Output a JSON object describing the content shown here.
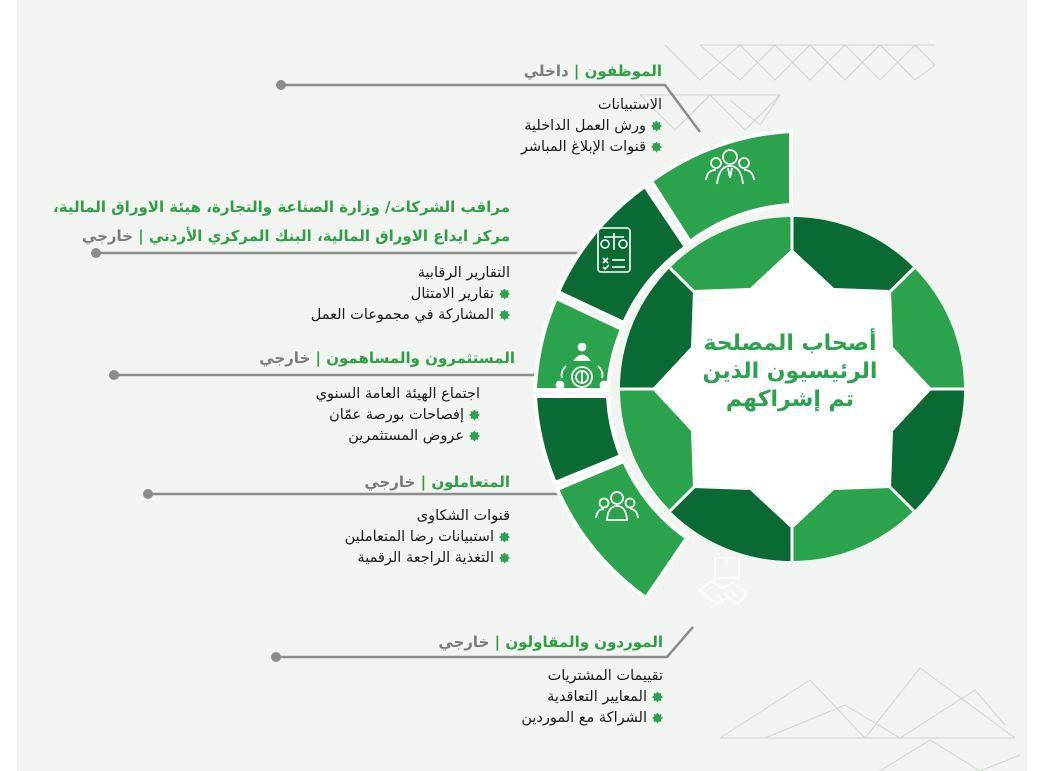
{
  "center_title": [
    "أصحاب المصلحة",
    "الرئيسيون الذين",
    "تم إشراكهم"
  ],
  "colors": {
    "green_light": "#2ba24c",
    "green_dark": "#0a6a34",
    "gray": "#8c8c8c",
    "background": "#f1f4f0"
  },
  "stakeholders": [
    {
      "name_lines": [
        "الموظفون"
      ],
      "type": "داخلي",
      "first_item": "الاستبيانات",
      "bullets": [
        "ورش العمل الداخلية",
        "قنوات الإبلاغ المباشر"
      ],
      "icon": "employees-group-icon"
    },
    {
      "name_lines": [
        "مراقب الشركات/ وزارة الصناعة والتجارة، هيئة الاوراق المالية،",
        "مركز ايداع الاوراق المالية، البنك المركزي الأردني"
      ],
      "type": "خارجي",
      "first_item": "التقارير الرقابية",
      "bullets": [
        "تقارير الامتثال",
        "المشاركة في مجموعات العمل"
      ],
      "icon": "regulatory-document-icon"
    },
    {
      "name_lines": [
        "المستثمرون والمساهمون"
      ],
      "type": "خارجي",
      "first_item": "اجتماع الهيئة العامة السنوي",
      "bullets": [
        "إفصاحات بورصة عمّان",
        "عروض المستثمرين"
      ],
      "icon": "investors-coin-icon"
    },
    {
      "name_lines": [
        "المتعاملون"
      ],
      "type": "خارجي",
      "first_item": "قنوات الشكاوى",
      "bullets": [
        "استبيانات رضا المتعاملين",
        "التغذية الراجعة الرقمية"
      ],
      "icon": "customers-group-icon"
    },
    {
      "name_lines": [
        "الموردون والمقاولون"
      ],
      "type": "خارجي",
      "first_item": "تقييمات المشتريات",
      "bullets": [
        "المعايير التعاقدية",
        "الشراكة مع الموردين"
      ],
      "icon": "handshake-box-icon"
    }
  ]
}
